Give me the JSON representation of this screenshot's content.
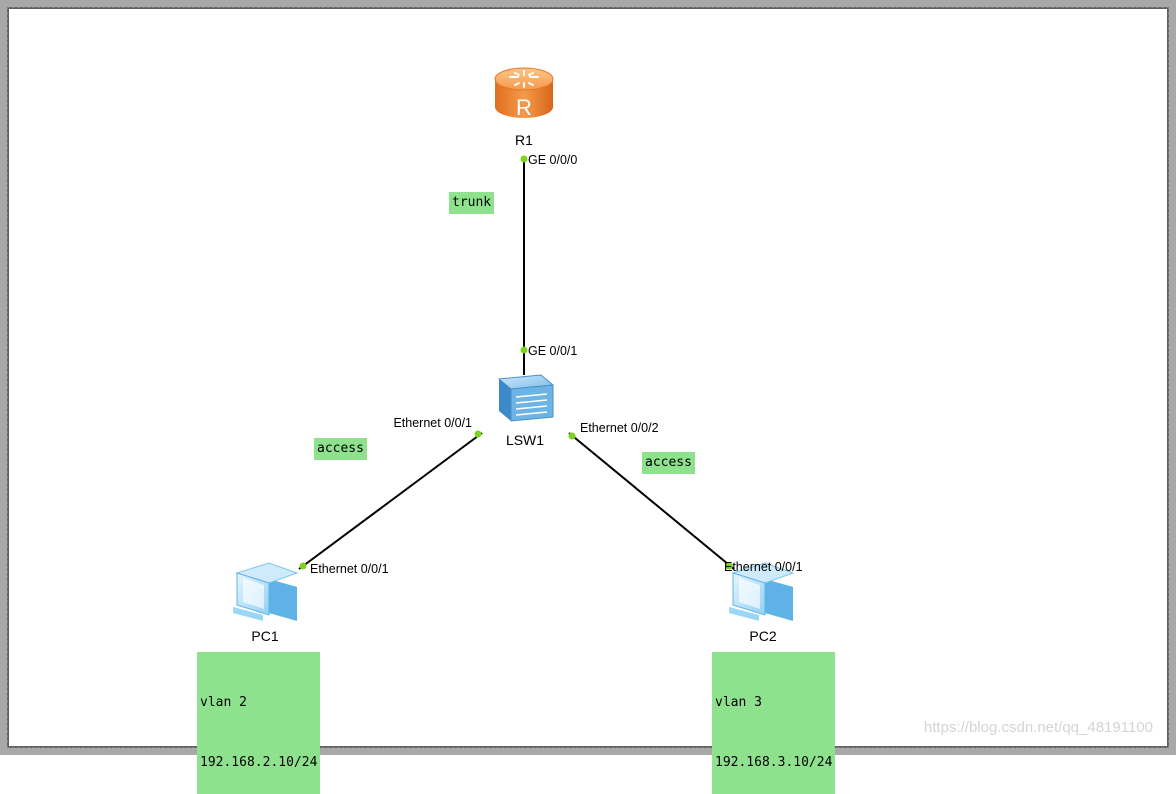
{
  "devices": {
    "router": {
      "label": "R1",
      "glyph": "R"
    },
    "switch": {
      "label": "LSW1"
    },
    "pc1": {
      "label": "PC1"
    },
    "pc2": {
      "label": "PC2"
    }
  },
  "ports": {
    "r1_ge000": "GE 0/0/0",
    "sw_ge001": "GE 0/0/1",
    "sw_eth001": "Ethernet 0/0/1",
    "sw_eth002": "Ethernet 0/0/2",
    "pc1_eth001": "Ethernet 0/0/1",
    "pc2_eth001": "Ethernet 0/0/1"
  },
  "notes": {
    "trunk": "trunk",
    "access_left": "access",
    "access_right": "access",
    "pc1_vlan": "vlan 2",
    "pc1_ip": "192.168.2.10/24",
    "pc2_vlan": "vlan 3",
    "pc2_ip": "192.168.3.10/24"
  },
  "watermark": "https://blog.csdn.net/qq_48191100",
  "colors": {
    "port_dot": "#7ed321",
    "note_bg": "#8ee28e",
    "router": "#f08a3c",
    "switch": "#5aa8e0",
    "pc": "#7cc6ef"
  }
}
